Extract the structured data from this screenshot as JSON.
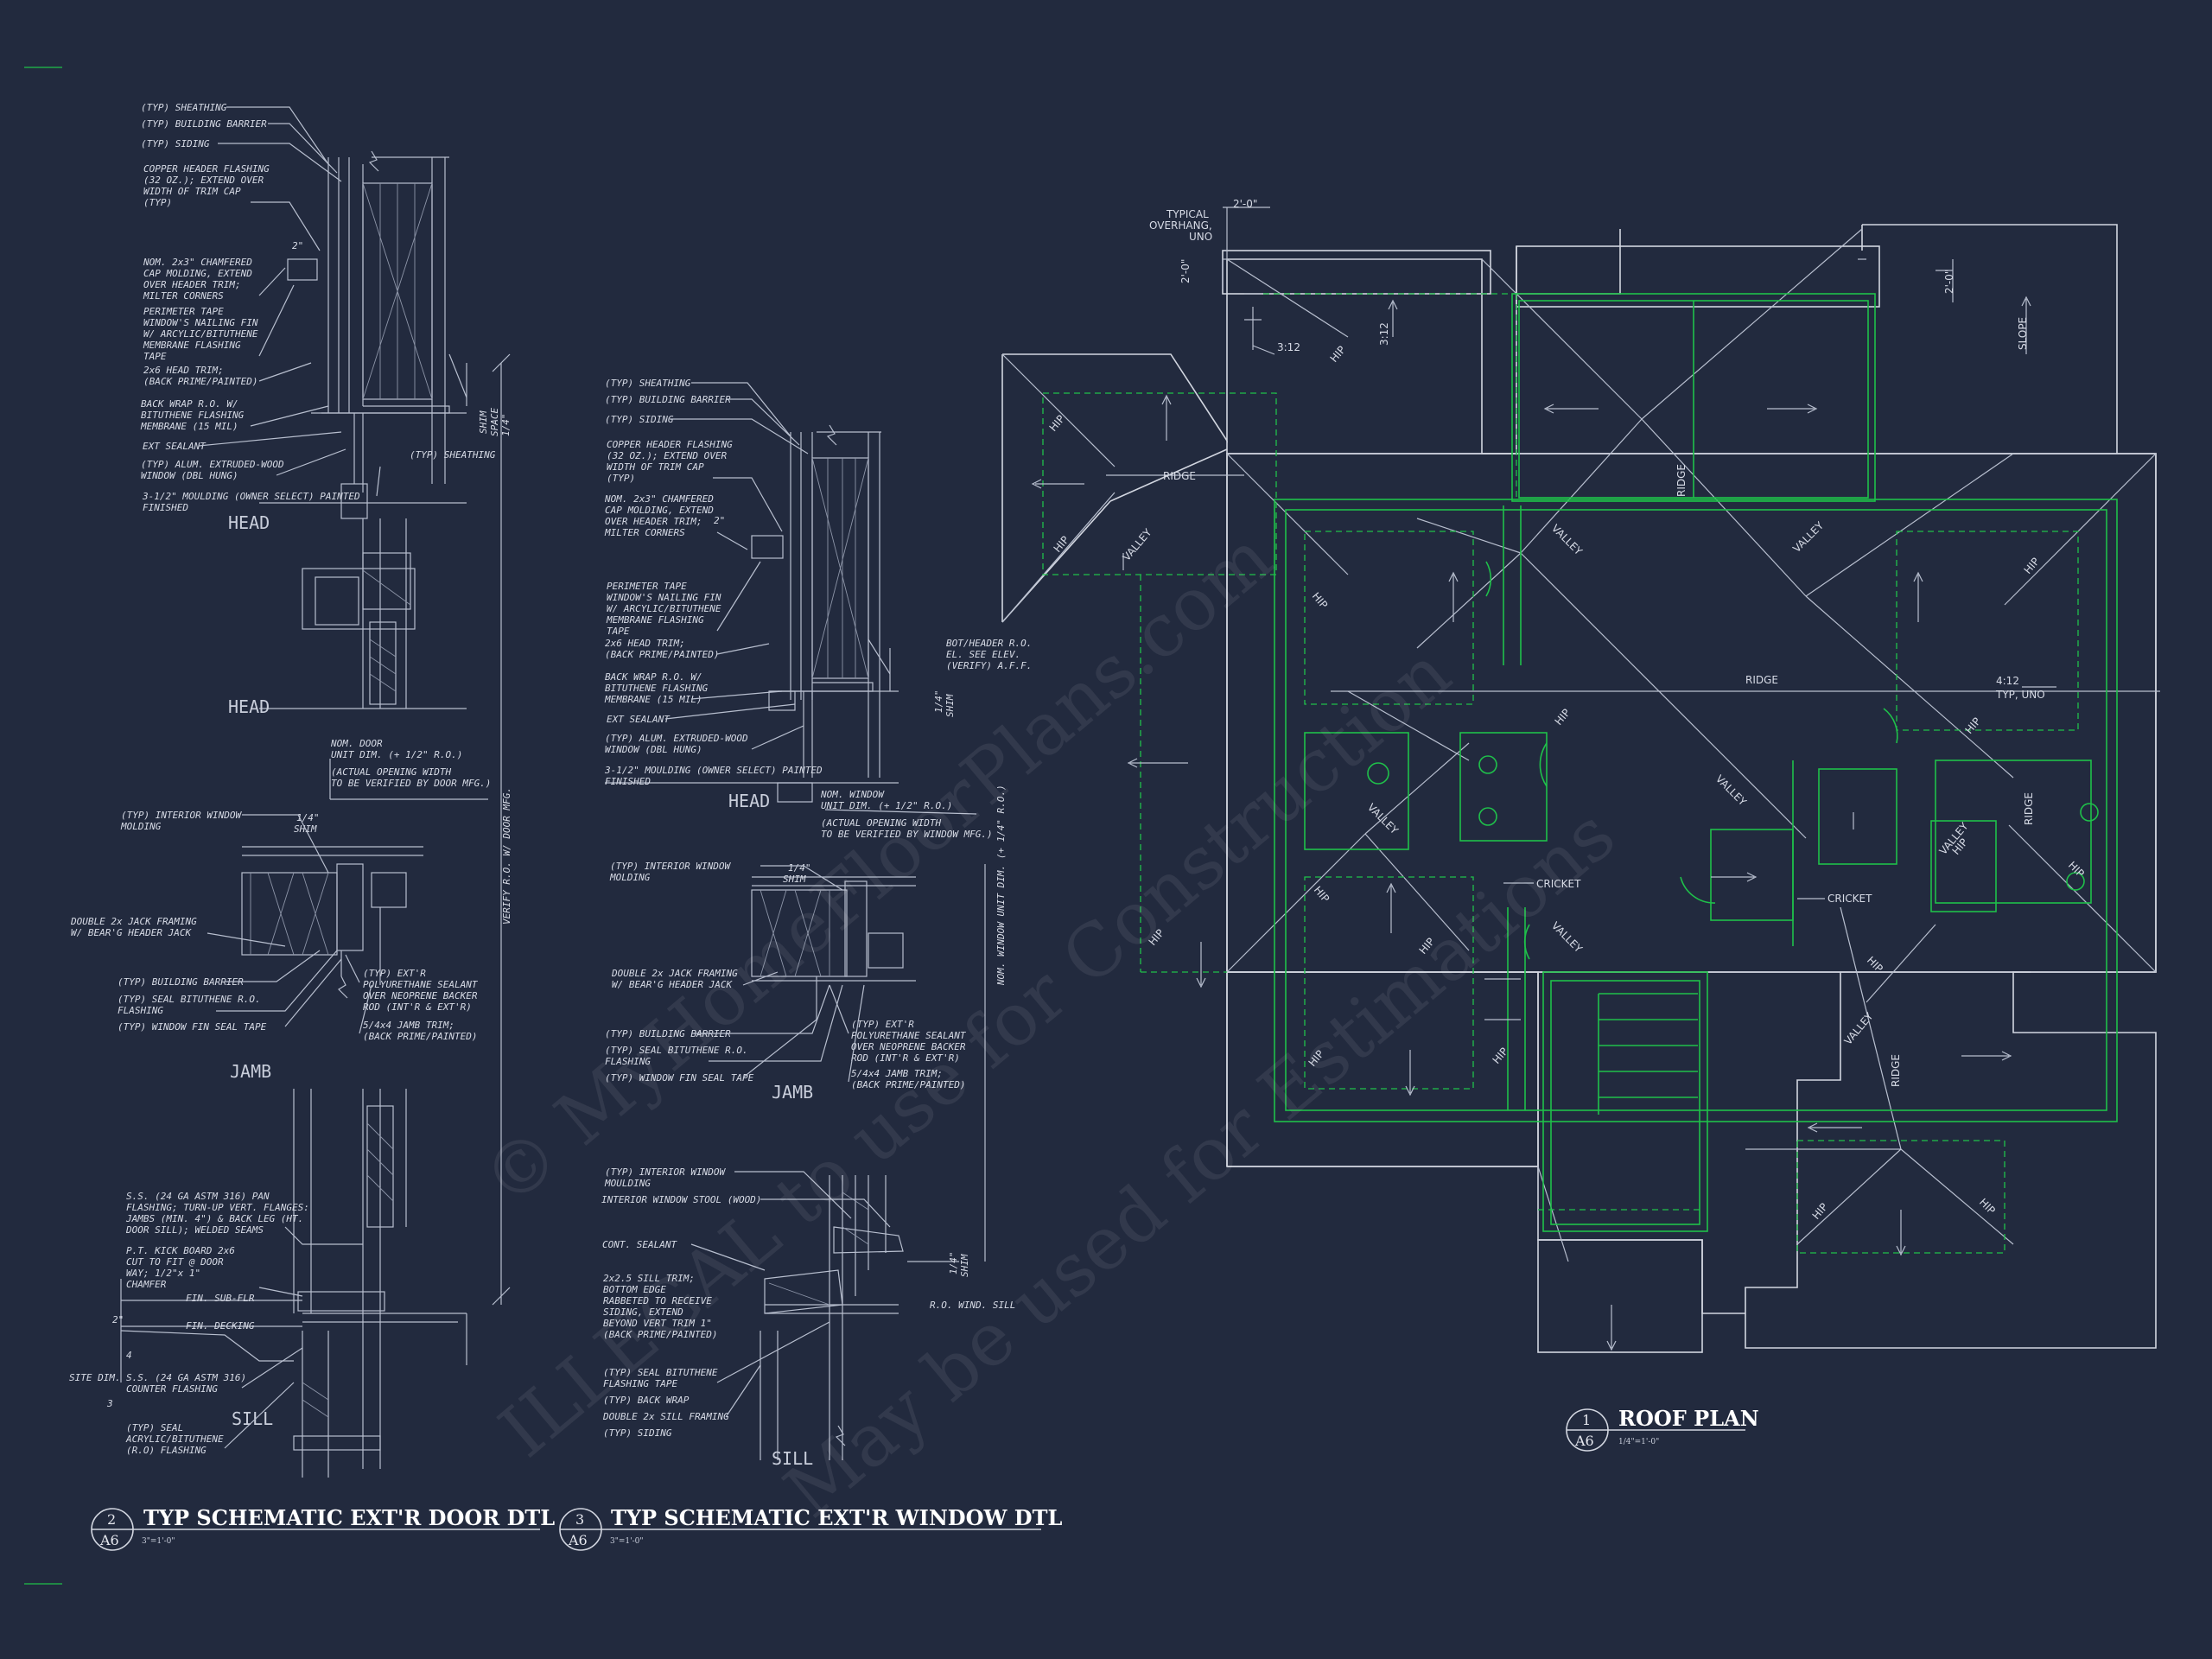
{
  "title_blocks": [
    {
      "number": "2",
      "sheet": "A6",
      "title": "TYP SCHEMATIC EXT'R DOOR DTL",
      "scale": "3\"=1'-0\""
    },
    {
      "number": "3",
      "sheet": "A6",
      "title": "TYP SCHEMATIC EXT'R WINDOW DTL",
      "scale": "3\"=1'-0\""
    },
    {
      "number": "1",
      "sheet": "A6",
      "title": "ROOF PLAN",
      "scale": "1/4\"=1'-0\""
    }
  ],
  "door_detail": {
    "head_label": "HEAD",
    "jamb_label": "JAMB",
    "sill_label": "SILL",
    "head_notes": [
      "(TYP) SHEATHING",
      "(TYP) BUILDING BARRIER",
      "(TYP) SIDING",
      "COPPER HEADER FLASHING",
      "(32 OZ.); EXTEND OVER",
      "WIDTH OF TRIM CAP",
      "(TYP)",
      "NOM. 2x3\" CHAMFERED",
      "CAP MOLDING, EXTEND",
      "OVER HEADER TRIM;",
      "MILTER CORNERS",
      "PERIMETER TAPE",
      "WINDOW'S NAILING FIN",
      "W/ ARCYLIC/BITUTHENE",
      "MEMBRANE FLASHING",
      "TAPE",
      "2x6 HEAD TRIM;",
      "(BACK PRIME/PAINTED)",
      "BACK WRAP R.O. W/",
      "BITUTHENE FLASHING",
      "MEMBRANE (15 MIL)",
      "EXT SEALANT",
      "(TYP) ALUM. EXTRUDED-WOOD",
      "WINDOW (DBL HUNG)",
      "3-1/2\" MOULDING (OWNER SELECT) PAINTED",
      "FINISHED"
    ],
    "head_dims": [
      "2\"",
      "SHIM",
      "SPACE",
      "1/4\"",
      "(TYP) SHEATHING"
    ],
    "door_unit_notes": [
      "NOM. DOOR",
      "UNIT DIM. (+ 1/2\" R.O.)",
      "(ACTUAL OPENING WIDTH",
      "TO BE VERIFIED BY DOOR MFG.)"
    ],
    "verify_note": "VERIFY R.O. W/ DOOR MFG.",
    "jamb_notes_left": [
      "(TYP) INTERIOR WINDOW",
      "MOLDING",
      "DOUBLE 2x JACK FRAMING",
      "W/ BEAR'G HEADER JACK",
      "(TYP) BUILDING BARRIER",
      "(TYP) SEAL BITUTHENE R.O.",
      "FLASHING",
      "(TYP) WINDOW FIN SEAL TAPE"
    ],
    "jamb_notes_right": [
      "1/4\"",
      "SHIM",
      "(TYP) EXT'R",
      "POLYURETHANE SEALANT",
      "OVER NEOPRENE BACKER",
      "ROD (INT'R & EXT'R)",
      "5/4x4 JAMB TRIM;",
      "(BACK PRIME/PAINTED)"
    ],
    "sill_notes": [
      "S.S. (24 GA ASTM 316) PAN",
      "FLASHING; TURN-UP VERT. FLANGES:",
      "JAMBS (MIN. 4\") & BACK LEG (HT.",
      "DOOR SILL); WELDED SEAMS",
      "P.T. KICK BOARD 2x6",
      "CUT TO FIT @ DOOR",
      "WAY; 1/2\"x 1\"",
      "CHAMFER",
      "FIN. SUB-FLR",
      "FIN. DECKING",
      "SITE DIM.",
      "S.S. (24 GA ASTM 316)",
      "COUNTER FLASHING",
      "(TYP) SEAL",
      "ACRYLIC/BITUTHENE",
      "(R.O) FLASHING"
    ],
    "sill_dims": [
      "2\"",
      "4",
      "3"
    ]
  },
  "window_detail": {
    "head_label": "HEAD",
    "jamb_label": "JAMB",
    "sill_label": "SILL",
    "head_notes": [
      "(TYP) SHEATHING",
      "(TYP) BUILDING BARRIER",
      "(TYP) SIDING",
      "COPPER HEADER FLASHING",
      "(32 OZ.); EXTEND OVER",
      "WIDTH OF TRIM CAP",
      "(TYP)",
      "NOM. 2x3\" CHAMFERED",
      "CAP MOLDING, EXTEND",
      "OVER HEADER TRIM;",
      "MILTER CORNERS",
      "PERIMETER TAPE",
      "WINDOW'S NAILING FIN",
      "W/ ARCYLIC/BITUTHENE",
      "MEMBRANE FLASHING",
      "TAPE",
      "2x6 HEAD TRIM;",
      "(BACK PRIME/PAINTED)",
      "BACK WRAP R.O. W/",
      "BITUTHENE FLASHING",
      "MEMBRANE (15 MIL)",
      "EXT SEALANT",
      "(TYP) ALUM. EXTRUDED-WOOD",
      "WINDOW (DBL HUNG)",
      "3-1/2\" MOULDING (OWNER SELECT) PAINTED",
      "FINISHED"
    ],
    "head_dims": [
      "2\"",
      "1/4\"",
      "SHIM"
    ],
    "bot_header_notes": [
      "BOT/HEADER R.O.",
      "EL. SEE ELEV.",
      "(VERIFY) A.F.F."
    ],
    "unit_notes": [
      "NOM. WINDOW",
      "UNIT DIM. (+ 1/2\" R.O.)",
      "(ACTUAL OPENING WIDTH",
      "TO BE VERIFIED BY WINDOW MFG.)"
    ],
    "unit_vertical_note": "NOM. WINDOW UNIT DIM. (+ 1/4\" R.O.)",
    "jamb_notes_left": [
      "(TYP) INTERIOR WINDOW",
      "MOLDING",
      "DOUBLE 2x JACK FRAMING",
      "W/ BEAR'G HEADER JACK",
      "(TYP) BUILDING BARRIER",
      "(TYP) SEAL BITUTHENE R.O.",
      "FLASHING",
      "(TYP) WINDOW FIN SEAL TAPE"
    ],
    "jamb_notes_right": [
      "1/4\"",
      "SHIM",
      "(TYP) EXT'R",
      "POLYURETHANE SEALANT",
      "OVER NEOPRENE BACKER",
      "ROD (INT'R & EXT'R)",
      "5/4x4 JAMB TRIM;",
      "(BACK PRIME/PAINTED)"
    ],
    "sill_notes": [
      "(TYP) INTERIOR WINDOW",
      "MOULDING",
      "INTERIOR WINDOW STOOL (WOOD)",
      "CONT. SEALANT",
      "2x2.5 SILL TRIM;",
      "BOTTOM EDGE",
      "RABBETED TO RECEIVE",
      "SIDING, EXTEND",
      "BEYOND VERT TRIM 1\"",
      "(BACK PRIME/PAINTED)",
      "(TYP) SEAL BITUTHENE",
      "FLASHING TAPE",
      "(TYP) BACK WRAP",
      "DOUBLE 2x SILL FRAMING",
      "(TYP) SIDING"
    ],
    "sill_dims": [
      "1/4\"",
      "SHIM",
      "R.O. WIND. SILL"
    ]
  },
  "roof_plan": {
    "overhang_note": [
      "TYPICAL",
      "OVERHANG,",
      "UNO"
    ],
    "dims": [
      "2'-0\"",
      "2'-0\"",
      "2'-0\""
    ],
    "pitches": [
      "3:12",
      "3:12",
      "4:12",
      "TYP, UNO"
    ],
    "slope_label": "SLOPE",
    "ridge_labels": [
      "RIDGE",
      "RIDGE",
      "RIDGE",
      "RIDGE",
      "RIDGE"
    ],
    "hip_labels": [
      "HIP",
      "HIP",
      "HIP",
      "HIP",
      "HIP",
      "HIP",
      "HIP",
      "HIP",
      "HIP",
      "HIP",
      "HIP",
      "HIP",
      "HIP",
      "HIP",
      "HIP",
      "HIP",
      "HIP"
    ],
    "valley_labels": [
      "VALLEY",
      "VALLEY",
      "VALLEY",
      "VALLEY",
      "VALLEY",
      "VALLEY",
      "VALLEY",
      "VALLEY"
    ],
    "cricket_labels": [
      "CRICKET",
      "CRICKET"
    ]
  },
  "watermark": [
    "© MyHomeFloorPlans.com",
    "ILLEGAL to use for Construction",
    "May be used for Estimations"
  ],
  "colors": {
    "background": "#222a3e",
    "linework": "#b8bfcf",
    "green_layer": "#1fc04a",
    "text": "#d7dbe6",
    "title": "#ffffff"
  }
}
